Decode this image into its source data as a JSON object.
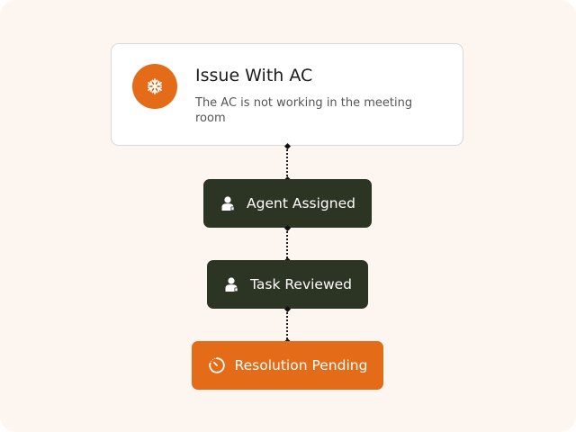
{
  "issue": {
    "title": "Issue With AC",
    "description": "The AC is not working in the meeting room",
    "icon": "snowflake-icon"
  },
  "steps": [
    {
      "label": "Agent Assigned",
      "icon": "person-icon",
      "status": "done"
    },
    {
      "label": "Task Reviewed",
      "icon": "person-icon",
      "status": "done"
    },
    {
      "label": "Resolution Pending",
      "icon": "pending-clock-icon",
      "status": "pending"
    }
  ],
  "colors": {
    "background": "#fdf5ef",
    "accent": "#e46b17",
    "step_dark": "#2c3524",
    "card": "#ffffff"
  }
}
